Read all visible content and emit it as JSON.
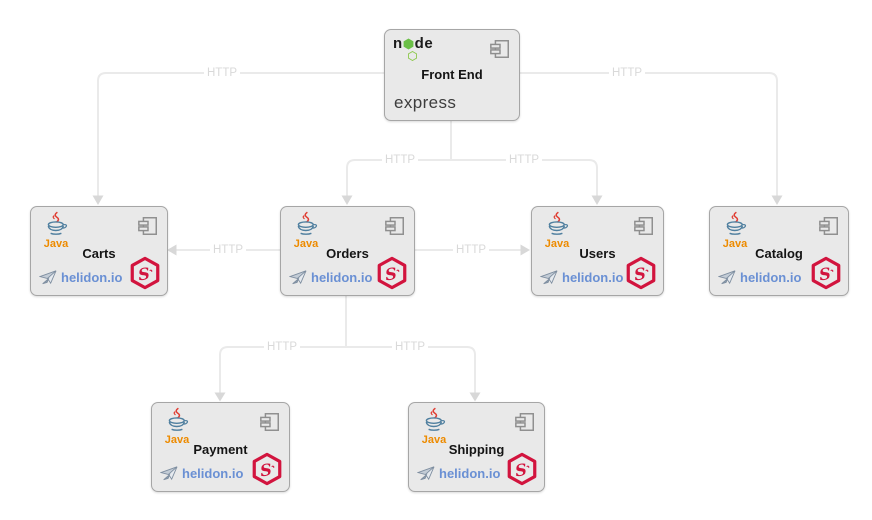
{
  "diagram": {
    "title_hint": "microservices-architecture",
    "nodes": {
      "frontend": {
        "title": "Front End",
        "logo_parts": [
          "n",
          "de"
        ],
        "framework_label": "express"
      },
      "carts": {
        "title": "Carts",
        "language_label": "Java",
        "platform_label": "helidon.io"
      },
      "orders": {
        "title": "Orders",
        "language_label": "Java",
        "platform_label": "helidon.io"
      },
      "users": {
        "title": "Users",
        "language_label": "Java",
        "platform_label": "helidon.io"
      },
      "catalog": {
        "title": "Catalog",
        "language_label": "Java",
        "platform_label": "helidon.io"
      },
      "payment": {
        "title": "Payment",
        "language_label": "Java",
        "platform_label": "helidon.io"
      },
      "shipping": {
        "title": "Shipping",
        "language_label": "Java",
        "platform_label": "helidon.io"
      }
    },
    "edges": [
      {
        "from": "Front End",
        "to": "Carts",
        "label": "HTTP"
      },
      {
        "from": "Front End",
        "to": "Orders",
        "label": "HTTP"
      },
      {
        "from": "Front End",
        "to": "Users",
        "label": "HTTP"
      },
      {
        "from": "Front End",
        "to": "Catalog",
        "label": "HTTP"
      },
      {
        "from": "Orders",
        "to": "Carts",
        "label": "HTTP"
      },
      {
        "from": "Orders",
        "to": "Users",
        "label": "HTTP"
      },
      {
        "from": "Orders",
        "to": "Payment",
        "label": "HTTP"
      },
      {
        "from": "Orders",
        "to": "Shipping",
        "label": "HTTP"
      }
    ],
    "colors": {
      "box_fill": "#e9e9e9",
      "box_border": "#a6a6a6",
      "edge_line": "#eaeaea",
      "edge_label": "#d9d9d9",
      "helidon_blue": "#6a90d4",
      "seal_red": "#d2143e",
      "java_orange": "#ed8b00",
      "java_cup_blue": "#4f7f9f",
      "node_green": "#6bbf47"
    }
  }
}
